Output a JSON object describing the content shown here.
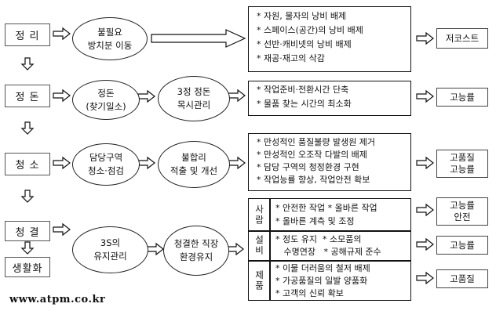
{
  "stages": [
    "정 리",
    "정 돈",
    "청 소",
    "청 결",
    "생활화"
  ],
  "ovals": {
    "r1": [
      "불필요",
      "방치분 이동"
    ],
    "r2a": [
      "정돈",
      "(찾기일소)"
    ],
    "r2b": [
      "3정 정돈",
      "목시관리"
    ],
    "r3a": [
      "담당구역",
      "청소·점검"
    ],
    "r3b": [
      "불합리",
      "적출 및 개선"
    ],
    "r4a": [
      "3S의",
      "유지관리"
    ],
    "r4b": [
      "청결한 직장",
      "환경유지"
    ]
  },
  "activities": {
    "r1": [
      "* 자원, 물자의 낭비 배제",
      "* 스페이스(공간)의 낭비 배제",
      "* 선반·캐비넷의 낭비 배제",
      "* 재공·재고의 삭감"
    ],
    "r2": [
      "* 작업준비·전환시간 단축",
      "* 물품 찾는 시간의 최소화"
    ],
    "r3": [
      "* 만성적인 품질불량 발생원 제거",
      "* 만성적인 오조작 다발의 배제",
      "* 담당 구역의 청정환경 구현",
      "* 작업능률 향상, 작업안전 확보"
    ],
    "r4": [
      {
        "category": "사람",
        "items": [
          "* 안전한 작업  * 올바른 작업",
          "* 올바른 계측 및 조정"
        ]
      },
      {
        "category": "설비",
        "items": [
          "* 정도 유지  * 소모품의",
          "   수명연장   * 공해규제 준수"
        ]
      },
      {
        "category": "제품",
        "items": [
          "* 이물 더러움의 철저 배제",
          "* 가공품질의 일발 양품화",
          "* 고객의 신뢰 확보"
        ]
      }
    ]
  },
  "results": {
    "r1": [
      "저코스트"
    ],
    "r2": [
      "고능률"
    ],
    "r3": [
      "고품질",
      "고능률"
    ],
    "r4a": [
      "고능률",
      "안전"
    ],
    "r4b": [
      "고능률"
    ],
    "r4c": [
      "고품질"
    ]
  },
  "website": "www.atpm.co.kr"
}
